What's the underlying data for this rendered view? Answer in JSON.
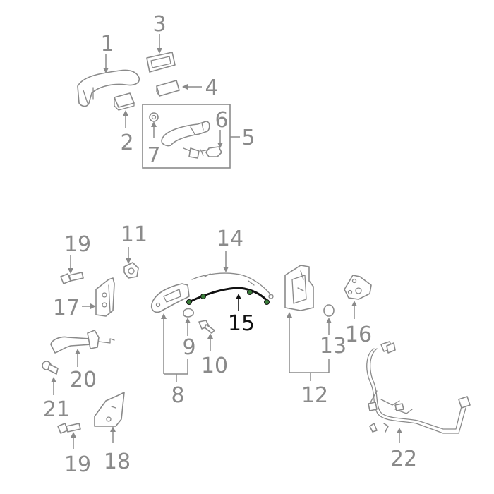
{
  "diagram": {
    "callouts": {
      "c1": "1",
      "c2": "2",
      "c3": "3",
      "c4": "4",
      "c5": "5",
      "c6": "6",
      "c7": "7",
      "c8": "8",
      "c9": "9",
      "c10": "10",
      "c11": "11",
      "c12": "12",
      "c13": "13",
      "c14": "14",
      "c15": "15",
      "c16": "16",
      "c17": "17",
      "c18": "18",
      "c19a": "19",
      "c19b": "19",
      "c20": "20",
      "c21": "21",
      "c22": "22"
    },
    "highlighted_part": "15",
    "colors": {
      "line": "#8a8a8a",
      "highlight": "#111111",
      "highlight_accent": "#3a7d3a",
      "background": "#ffffff"
    }
  }
}
